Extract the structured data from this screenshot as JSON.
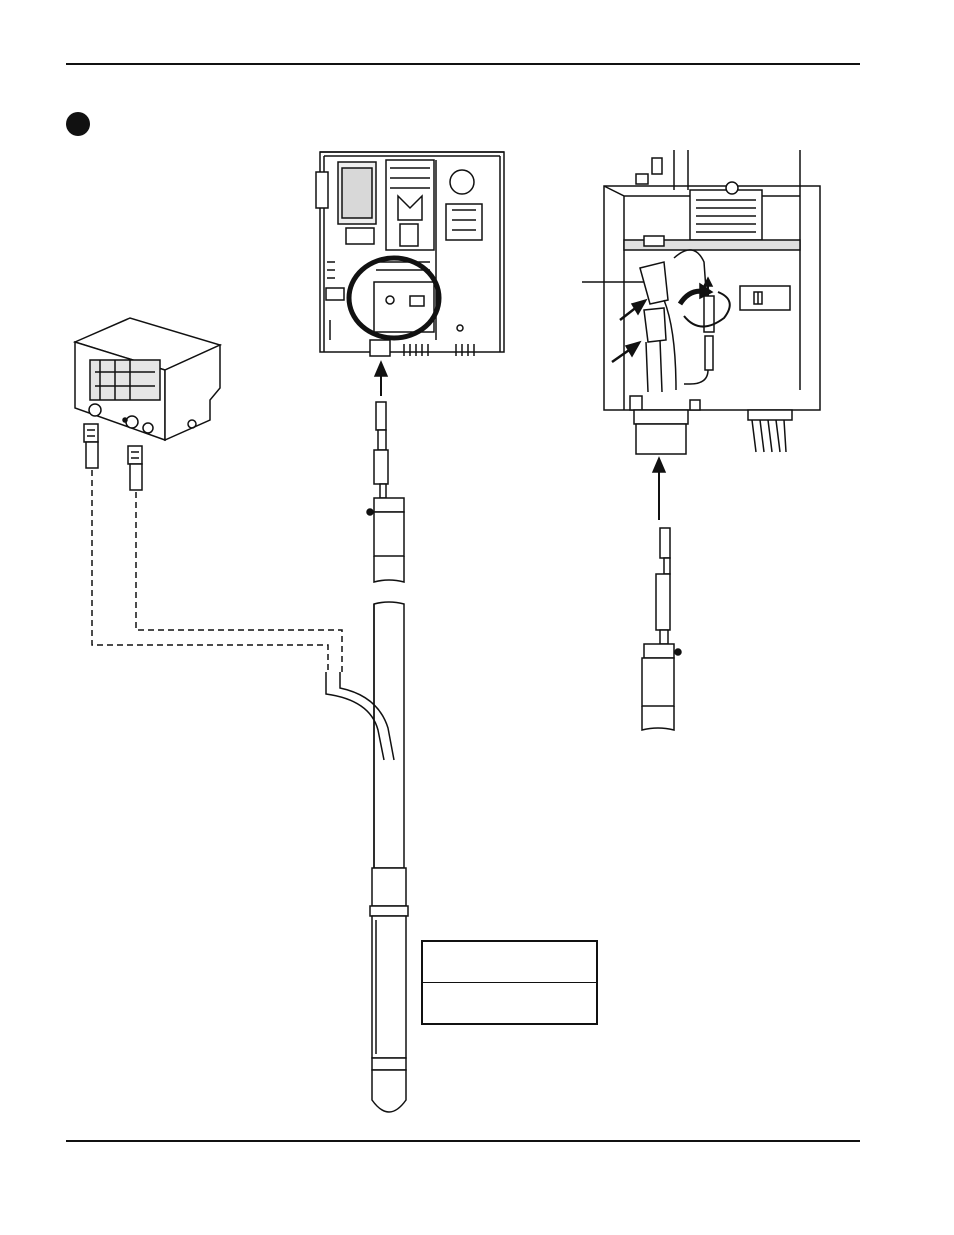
{
  "page": {
    "step_marker": "filled-circle-bullet"
  },
  "spec_table": {
    "rows": [
      "",
      ""
    ]
  },
  "illustrations": {
    "panels": [
      "remote-pendant-box",
      "power-supply-interior",
      "torch-lead-connection-closeup",
      "torch-lead-with-control-cable",
      "torch-lead-plug-small",
      "torch-lead-plug-closeup"
    ],
    "icons": [
      "insertion-arrow-icon",
      "rotate-clockwise-icon",
      "pointer-arrow-icon"
    ]
  }
}
